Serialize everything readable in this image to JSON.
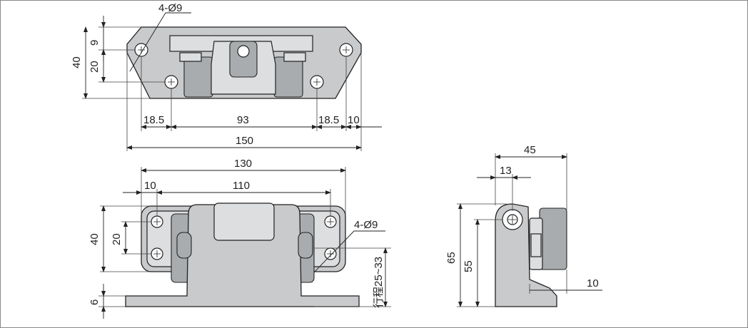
{
  "top_view": {
    "hole_note": "4-Ø9",
    "dim_9": "9",
    "dim_40": "40",
    "dim_20": "20",
    "dim_18_5_left": "18.5",
    "dim_93": "93",
    "dim_18_5_right": "18.5",
    "dim_10": "10",
    "dim_150": "150"
  },
  "front_view": {
    "dim_130": "130",
    "dim_10": "10",
    "dim_110": "110",
    "dim_40": "40",
    "dim_20": "20",
    "hole_note": "4-Ø9",
    "stroke_note": "行程25~33",
    "dim_6": "6"
  },
  "side_view": {
    "dim_45": "45",
    "dim_13": "13",
    "dim_65": "65",
    "dim_55": "55",
    "dim_10": "10"
  }
}
